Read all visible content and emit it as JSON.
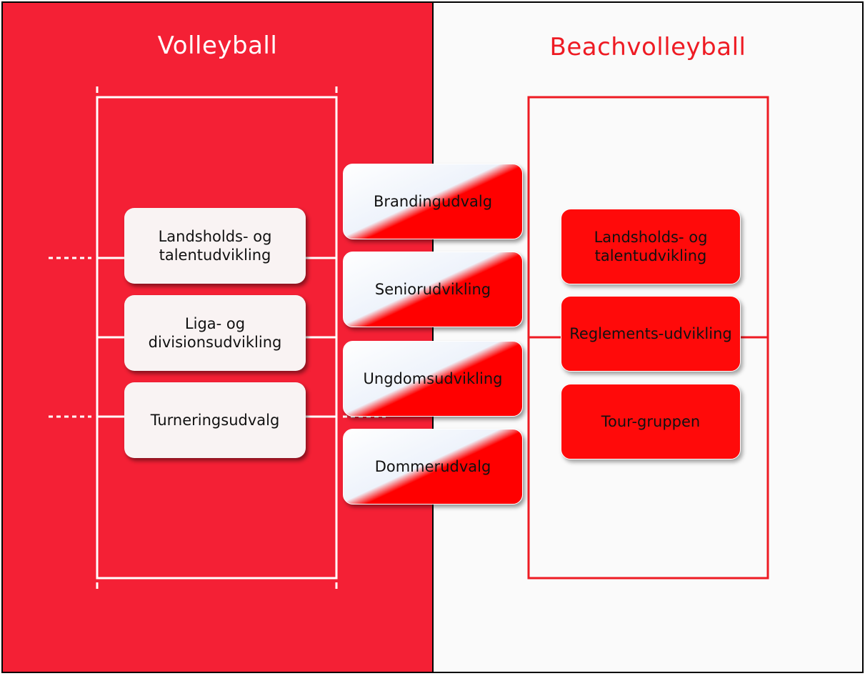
{
  "volleyball": {
    "title": "Volleyball",
    "committees": [
      "Landsholds- og talentudvikling",
      "Liga- og divisionsudvikling",
      "Turneringsudvalg"
    ]
  },
  "shared": {
    "committees": [
      "Brandingudvalg",
      "Seniorudvikling",
      "Ungdomsudvikling",
      "Dommerudvalg"
    ]
  },
  "beachvolleyball": {
    "title": "Beachvolleyball",
    "committees": [
      "Landsholds- og talentudvikling",
      "Reglements-udvikling",
      "Tour-gruppen"
    ]
  },
  "colors": {
    "volleyball_background": "#f42035",
    "beach_background": "#fafafa",
    "accent_red": "#ee1b23",
    "court_line_white": "#ffffff"
  }
}
